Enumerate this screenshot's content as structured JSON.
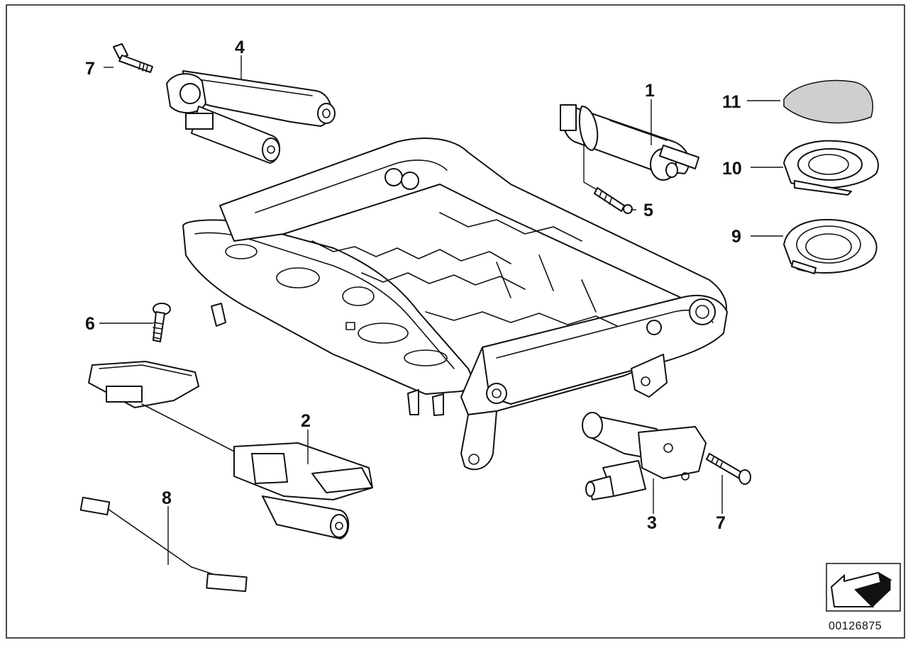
{
  "callouts": {
    "c1": "1",
    "c2": "2",
    "c3": "3",
    "c4": "4",
    "c5": "5",
    "c6": "6",
    "c7a": "7",
    "c7b": "7",
    "c8": "8",
    "c9": "9",
    "c10": "10",
    "c11": "11"
  },
  "document_number": "00126875"
}
